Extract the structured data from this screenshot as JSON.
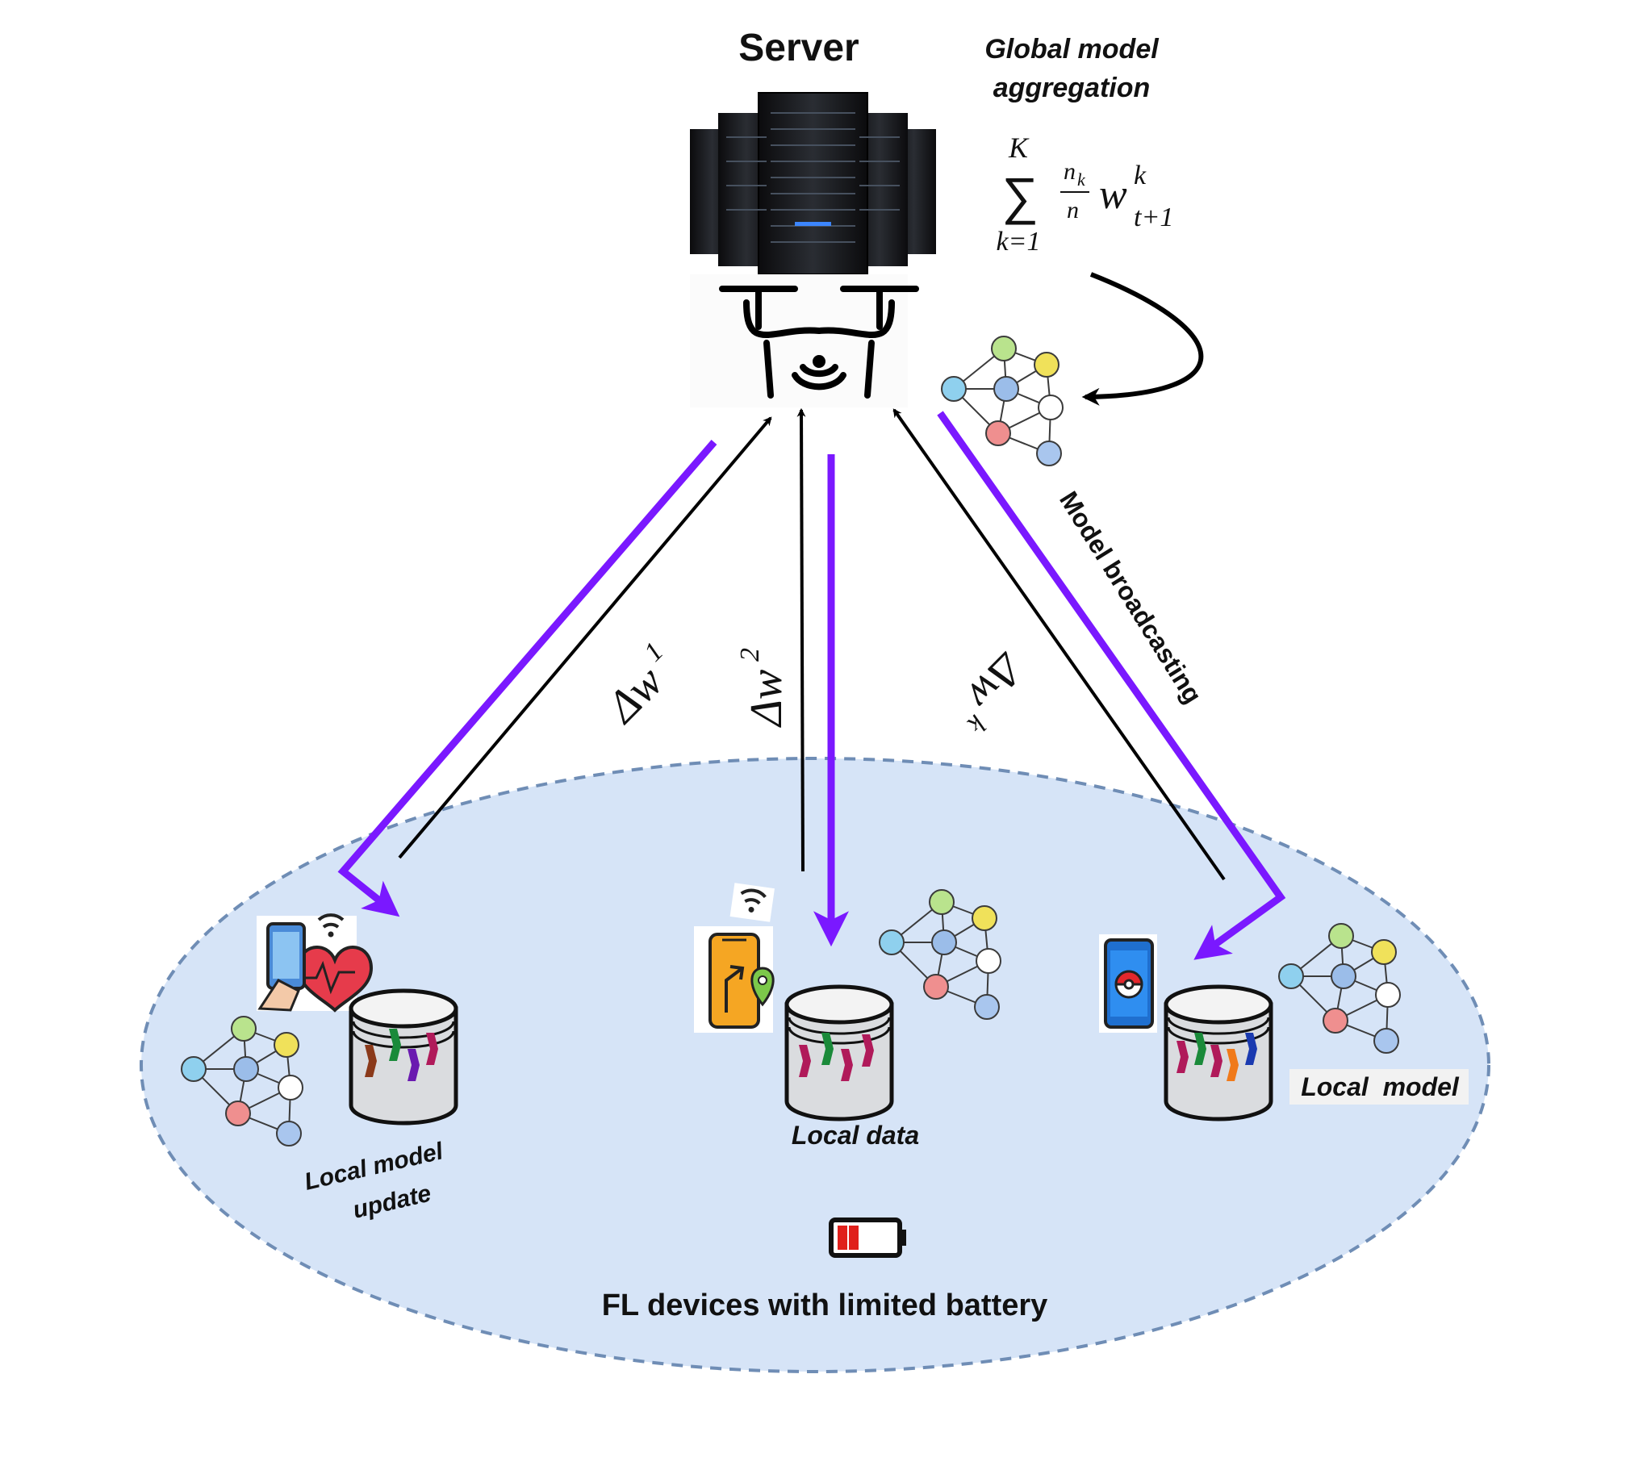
{
  "server": {
    "title": "Server"
  },
  "aggregation": {
    "title_line1": "Global model",
    "title_line2": "aggregation",
    "formula": {
      "upper": "K",
      "sigma": "∑",
      "lower": "k=1",
      "frac_num": "n",
      "frac_num_sub": "k",
      "frac_den": "n",
      "term": "w",
      "term_sup": "k",
      "term_sub": "t+1"
    }
  },
  "broadcast_label": "Model broadcasting",
  "updates": {
    "delta": "Δw",
    "d1": "1",
    "d2": "2",
    "dk": "k"
  },
  "labels": {
    "local_model_update_line1": "Local model",
    "local_model_update_line2": "update",
    "local_data": "Local data",
    "local_model": "Local  model",
    "region": "FL devices with limited battery"
  },
  "colors": {
    "broadcast_arrow": "#7a18ff",
    "upload_arrow": "#000000",
    "region_fill": "#d6e4f7",
    "region_border": "#6f8db5",
    "battery_low": "#e0201b"
  }
}
